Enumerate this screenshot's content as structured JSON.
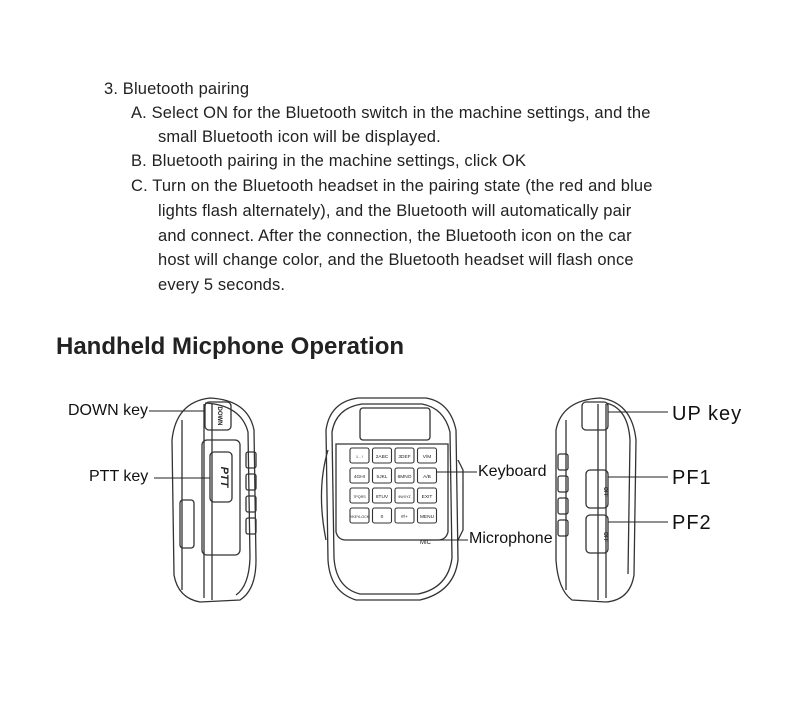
{
  "section": {
    "title": "3. Bluetooth pairing",
    "steps": [
      {
        "lines": [
          "A. Select ON for the Bluetooth switch in the machine settings, and the",
          "small Bluetooth icon will be displayed."
        ]
      },
      {
        "lines": [
          "B. Bluetooth pairing in the machine settings, click OK"
        ]
      },
      {
        "lines": [
          "C. Turn on the Bluetooth headset in the pairing state (the red and blue",
          "lights flash alternately), and the Bluetooth will automatically pair",
          "and connect. After the connection, the Bluetooth icon on the car",
          "host will change color, and the Bluetooth headset will flash once",
          "every 5 seconds."
        ]
      }
    ]
  },
  "heading": "Handheld Micphone Operation",
  "labels": {
    "down_key": "DOWN key",
    "ptt_key": "PTT key",
    "keyboard": "Keyboard",
    "microphone": "Microphone",
    "up_key": "UP key",
    "pf1": "PF1",
    "pf2": "PF2"
  },
  "device_text": {
    "down_button": "DOWN",
    "ptt": "PTT",
    "keys": [
      "1 .. !",
      "2ABC",
      "3DEF",
      "V/M",
      "4GHI",
      "5JKL",
      "6MNO",
      "A/B",
      "7PQRS",
      "8TUV",
      "9WXYZ",
      "EXIT",
      "*/KEYLOCK",
      "0",
      "#/+",
      "MENU"
    ],
    "mic_mark": "MIC",
    "pf_button": "OFF"
  }
}
